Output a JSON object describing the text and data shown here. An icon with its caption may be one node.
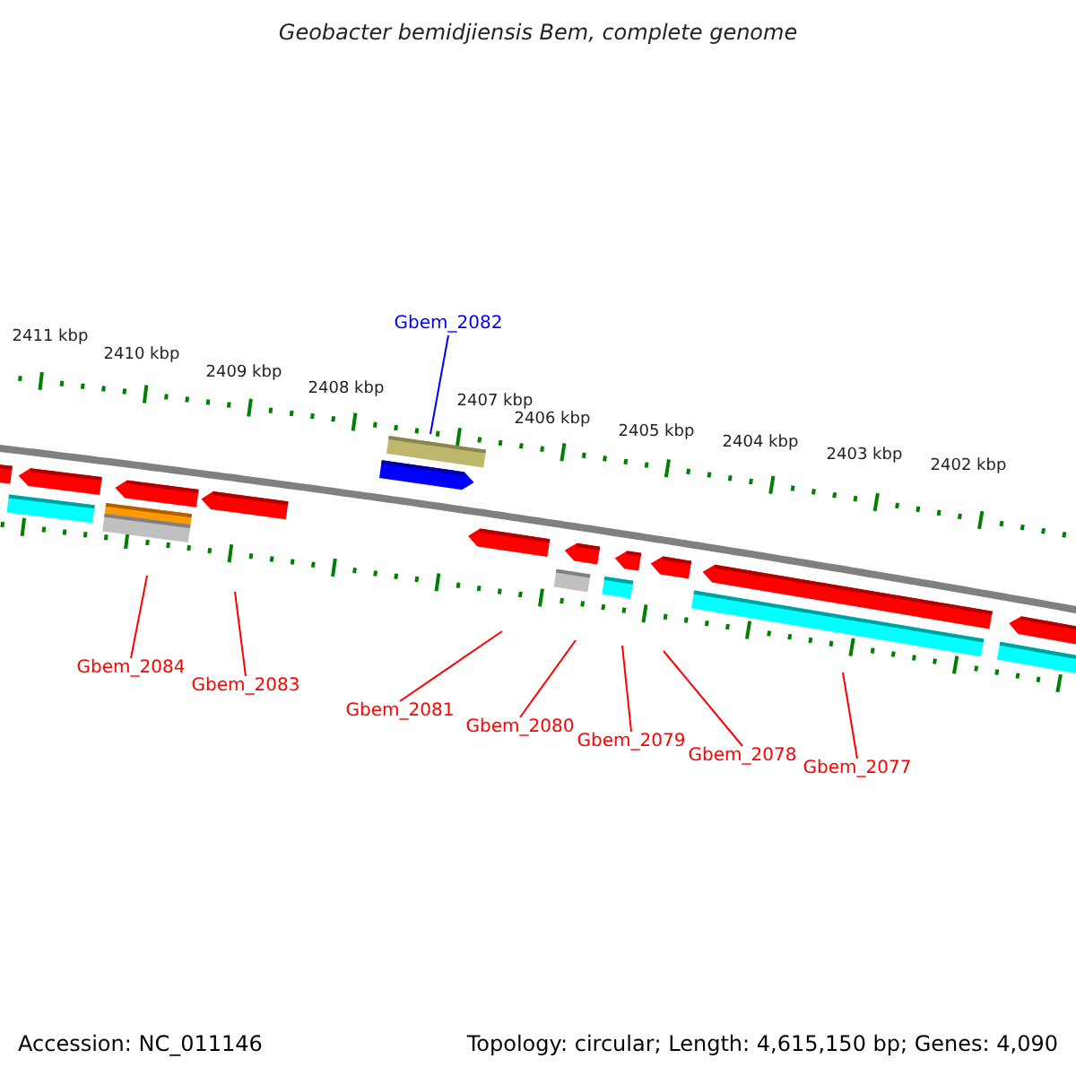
{
  "diagram": {
    "title": "Geobacter bemidjiensis Bem, complete genome",
    "nodes": [
      {
        "text": [
          "Gbem_2082"
        ]
      },
      {
        "text": [
          "Gbem_2084"
        ]
      },
      {
        "text": [
          "Gbem_2083"
        ]
      },
      {
        "text": [
          "Gbem_2081"
        ]
      },
      {
        "text": [
          "Gbem_2080"
        ]
      },
      {
        "text": [
          "Gbem_2079"
        ]
      },
      {
        "text": [
          "Gbem_2078"
        ]
      },
      {
        "text": [
          "Gbem_2077"
        ]
      }
    ],
    "edges": [
      {
        "from": 0,
        "to": null,
        "arrow": "none",
        "color": "#0000ff"
      },
      {
        "from": 1,
        "to": null,
        "arrow": "none"
      },
      {
        "from": 2,
        "to": null,
        "arrow": "none"
      },
      {
        "from": 3,
        "to": null,
        "arrow": "none"
      },
      {
        "from": 4,
        "to": null,
        "arrow": "none"
      },
      {
        "from": 5,
        "to": null,
        "arrow": "none"
      },
      {
        "from": 6,
        "to": null,
        "arrow": "none"
      },
      {
        "from": 7,
        "to": null,
        "arrow": "none"
      }
    ],
    "labels": [
      "2411 kbp",
      "2410 kbp",
      "2409 kbp",
      "2408 kbp",
      "2407 kbp",
      "2406 kbp",
      "2405 kbp",
      "2404 kbp",
      "2403 kbp",
      "2402 kbp",
      "Accession: NC_011146",
      "Topology: circular; Length: 4,615,150 bp; Genes: 4,090"
    ]
  }
}
